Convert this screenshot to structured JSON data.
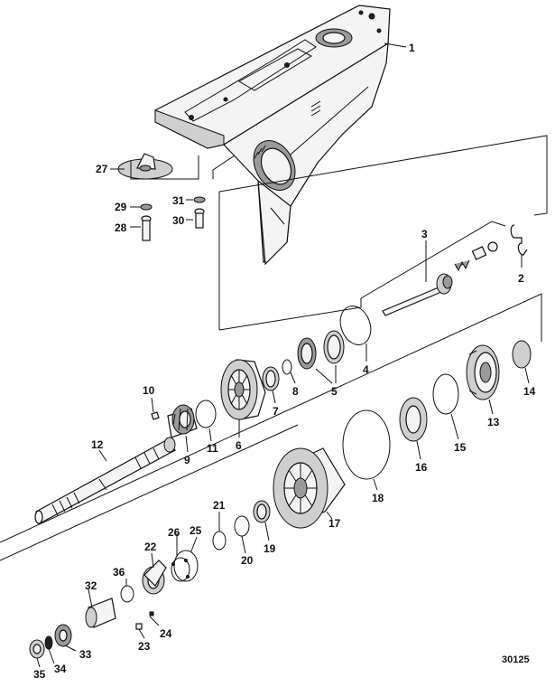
{
  "figure_number": "30125",
  "callouts": {
    "c1": "1",
    "c2": "2",
    "c3": "3",
    "c4": "4",
    "c5": "5",
    "c6": "6",
    "c7": "7",
    "c8": "8",
    "c9": "9",
    "c10": "10",
    "c11": "11",
    "c12": "12",
    "c13": "13",
    "c14": "14",
    "c15": "15",
    "c16": "16",
    "c17": "17",
    "c18": "18",
    "c19": "19",
    "c20": "20",
    "c21": "21",
    "c22": "22",
    "c23": "23",
    "c24": "24",
    "c25": "25",
    "c26": "26",
    "c27": "27",
    "c28": "28",
    "c29": "29",
    "c30": "30",
    "c31": "31",
    "c32": "32",
    "c33": "33",
    "c34": "34",
    "c35": "35",
    "c36": "36"
  }
}
